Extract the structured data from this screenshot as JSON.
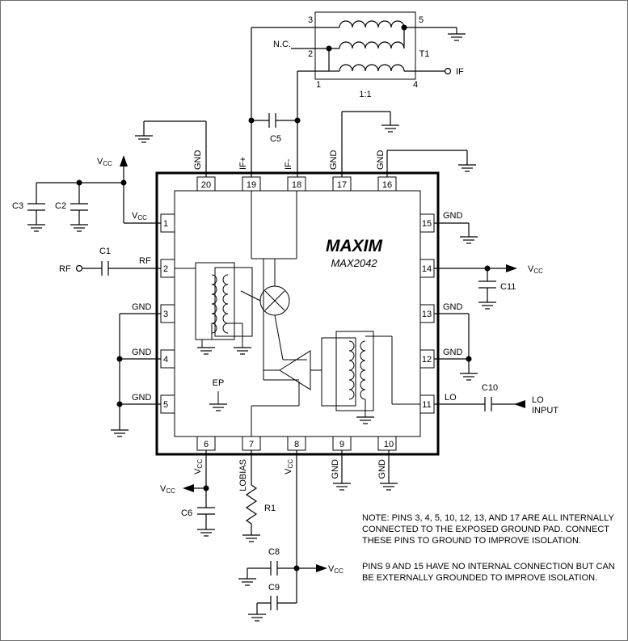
{
  "logo": "MAXIM",
  "part_number": "MAX2042",
  "transformer": {
    "name": "T1",
    "ratio": "1:1",
    "pin1": "1",
    "pin2": "2",
    "pin3": "3",
    "pin4": "4",
    "pin5": "5",
    "nc": "N.C.",
    "if_out": "IF"
  },
  "pins": {
    "p1": {
      "num": "1",
      "label": "V",
      "sub": "CC"
    },
    "p2": {
      "num": "2",
      "label": "RF"
    },
    "p3": {
      "num": "3",
      "label": "GND"
    },
    "p4": {
      "num": "4",
      "label": "GND"
    },
    "p5": {
      "num": "5",
      "label": "GND"
    },
    "p6": {
      "num": "6",
      "label": "V",
      "sub": "CC"
    },
    "p7": {
      "num": "7",
      "label": "LOBIAS"
    },
    "p8": {
      "num": "8",
      "label": "V",
      "sub": "CC"
    },
    "p9": {
      "num": "9",
      "label": "GND"
    },
    "p10": {
      "num": "10",
      "label": "GND"
    },
    "p11": {
      "num": "11",
      "label": "LO"
    },
    "p12": {
      "num": "12",
      "label": "GND"
    },
    "p13": {
      "num": "13",
      "label": "GND"
    },
    "p14": {
      "num": "14",
      "label": ""
    },
    "p15": {
      "num": "15",
      "label": "GND"
    },
    "p16": {
      "num": "16",
      "label": "GND"
    },
    "p17": {
      "num": "17",
      "label": "GND"
    },
    "p18": {
      "num": "18",
      "label": "IF-"
    },
    "p19": {
      "num": "19",
      "label": "IF+"
    },
    "p20": {
      "num": "20",
      "label": "GND"
    }
  },
  "ep": "EP",
  "components": {
    "c1": "C1",
    "c2": "C2",
    "c3": "C3",
    "c5": "C5",
    "c6": "C6",
    "c8": "C8",
    "c9": "C9",
    "c10": "C10",
    "c11": "C11",
    "r1": "R1"
  },
  "supplies": {
    "v": "V",
    "cc": "CC"
  },
  "rf_in": "RF",
  "lo_input_1": "LO",
  "lo_input_2": "INPUT",
  "note1": "NOTE: PINS 3, 4, 5, 10, 12, 13, AND 17 ARE ALL INTERNALLY CONNECTED TO THE EXPOSED GROUND PAD. CONNECT THESE PINS TO GROUND TO IMPROVE ISOLATION.",
  "note2": "PINS 9 AND 15 HAVE NO INTERNAL CONNECTION BUT CAN BE EXTERNALLY GROUNDED TO IMPROVE ISOLATION."
}
